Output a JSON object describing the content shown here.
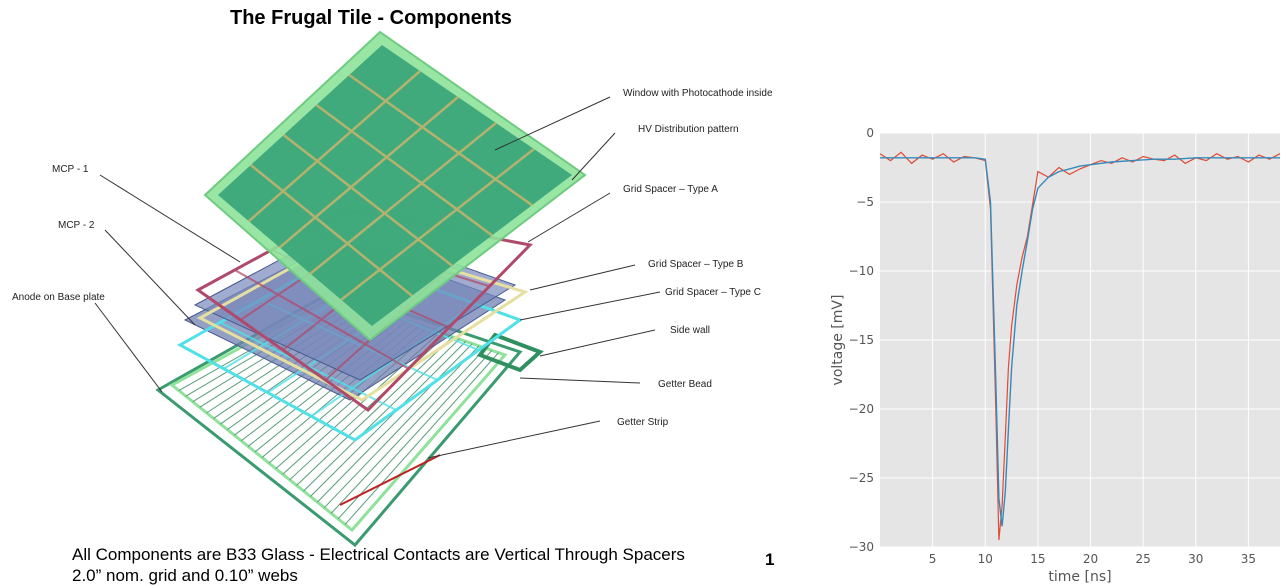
{
  "diagram": {
    "title": "The Frugal Tile   -  Components",
    "footer_line1": "All Components are B33 Glass  -  Electrical Contacts are Vertical Through Spacers",
    "footer_number": "1",
    "footer_line2": "2.0” nom. grid and 0.10” webs",
    "labels": {
      "window": "Window with Photocathode inside",
      "hv": "HV Distribution pattern",
      "grid_a": "Grid Spacer – Type A",
      "grid_b": "Grid Spacer – Type B",
      "grid_c": "Grid Spacer – Type C",
      "side_wall": "Side wall",
      "getter_bead": "Getter Bead",
      "getter_strip": "Getter Strip",
      "mcp1": "MCP - 1",
      "mcp2": "MCP - 2",
      "anode": "Anode on Base plate"
    },
    "colors": {
      "window": "#3aa57a",
      "window_frame": "#8ee29a",
      "grid_a": "#b04a6a",
      "grid_b": "#e6e0a0",
      "grid_c": "#4fe0e8",
      "mcp": "#6f7fb0",
      "base": "#3a9a70",
      "getter_strip": "#c02020"
    }
  },
  "chart_data": {
    "type": "line",
    "xlabel": "time [ns]",
    "ylabel": "voltage [mV]",
    "xlim": [
      0,
      38
    ],
    "ylim": [
      -30,
      0
    ],
    "xticks": [
      5,
      10,
      15,
      20,
      25,
      30,
      35
    ],
    "yticks": [
      0,
      -5,
      -10,
      -15,
      -20,
      -25,
      -30
    ],
    "grid": true,
    "background": "#e5e5e5",
    "series": [
      {
        "color": "#e24a33",
        "x": [
          0,
          1,
          2,
          3,
          4,
          5,
          6,
          7,
          8,
          9,
          10,
          10.5,
          11,
          11.3,
          11.6,
          11.9,
          12.2,
          12.5,
          13,
          13.5,
          14,
          15,
          16,
          17,
          18,
          19,
          20,
          21,
          22,
          23,
          24,
          25,
          26,
          27,
          28,
          29,
          30,
          31,
          32,
          33,
          34,
          35,
          36,
          37,
          38
        ],
        "y": [
          -1.5,
          -2.0,
          -1.4,
          -2.2,
          -1.6,
          -1.9,
          -1.5,
          -2.1,
          -1.7,
          -1.8,
          -2.0,
          -5.5,
          -20.0,
          -29.5,
          -27.0,
          -22.0,
          -17.0,
          -14.0,
          -11.0,
          -9.0,
          -7.5,
          -2.8,
          -3.2,
          -2.5,
          -3.0,
          -2.6,
          -2.3,
          -2.0,
          -2.2,
          -1.8,
          -2.1,
          -1.7,
          -1.9,
          -2.0,
          -1.6,
          -2.2,
          -1.8,
          -2.0,
          -1.5,
          -1.9,
          -1.7,
          -2.1,
          -1.6,
          -1.9,
          -1.5
        ]
      },
      {
        "color": "#348abd",
        "x": [
          0,
          2,
          4,
          6,
          8,
          9,
          10,
          10.5,
          11,
          11.3,
          11.6,
          11.9,
          12.2,
          12.5,
          13,
          13.5,
          14,
          14.5,
          15,
          16,
          17,
          18,
          19,
          20,
          22,
          24,
          26,
          28,
          30,
          32,
          34,
          36,
          38
        ],
        "y": [
          -1.8,
          -1.8,
          -1.8,
          -1.8,
          -1.8,
          -1.8,
          -1.9,
          -5.0,
          -18.0,
          -26.5,
          -28.5,
          -26.0,
          -21.5,
          -17.0,
          -12.5,
          -10.0,
          -7.8,
          -5.5,
          -4.0,
          -3.2,
          -2.8,
          -2.6,
          -2.4,
          -2.3,
          -2.1,
          -2.0,
          -1.9,
          -1.9,
          -1.8,
          -1.8,
          -1.8,
          -1.8,
          -1.8
        ]
      }
    ]
  }
}
